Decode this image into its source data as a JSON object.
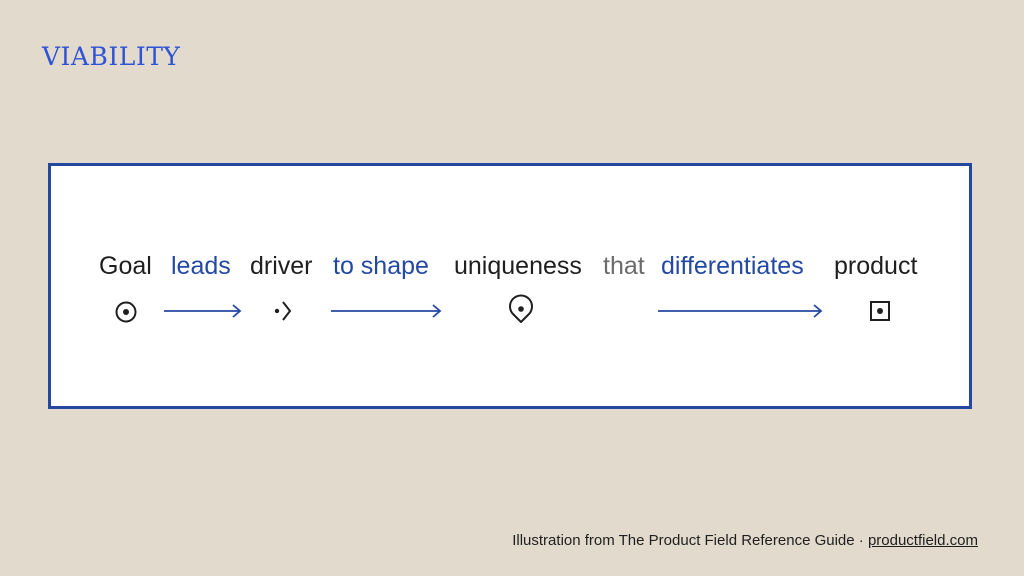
{
  "title": "VIABILITY",
  "statement": {
    "goal": "Goal",
    "leads": "leads",
    "driver": "driver",
    "to_shape": "to shape",
    "uniqueness": "uniqueness",
    "that": "that",
    "differentiates": "differentiates",
    "product": "product"
  },
  "icons": {
    "goal": "target-circle-icon",
    "driver": "driver-chevron-icon",
    "uniqueness": "location-pin-icon",
    "product": "product-square-icon"
  },
  "colors": {
    "background": "#e2dbcd",
    "accent_blue": "#2349a3",
    "title_blue": "#2f53d6",
    "frame_blue": "#2447a0"
  },
  "footer": {
    "text": "Illustration from The Product Field Reference Guide · ",
    "link": "productfield.com"
  }
}
